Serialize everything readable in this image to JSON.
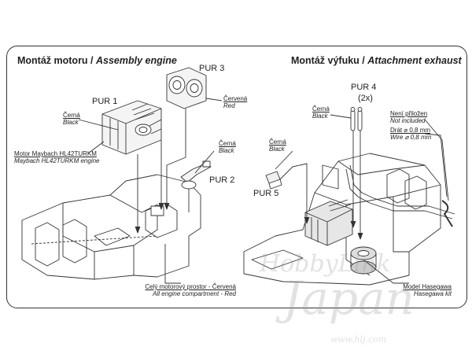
{
  "left": {
    "title_cz": "Montáž motoru /",
    "title_en": "Assembly engine",
    "pur1": "PUR 1",
    "pur2": "PUR 2",
    "pur3": "PUR 3",
    "black1_cz": "Černá",
    "black1_en": "Black",
    "red_cz": "Červená",
    "red_en": "Red",
    "black2_cz": "Černá",
    "black2_en": "Black",
    "motor_cz": "Motor Maybach HL42TURKM",
    "motor_en": "Maybach HL42TURKM engine",
    "compart_cz": "Celý motorový prostor - Červená",
    "compart_en": "All engine compartment - Red"
  },
  "right": {
    "title_cz": "Montáž výfuku /",
    "title_en": "Attachment exhaust",
    "pur4": "PUR 4",
    "pur4_qty": "(2x)",
    "pur5": "PUR 5",
    "black3_cz": "Černá",
    "black3_en": "Black",
    "black4_cz": "Černá",
    "black4_en": "Black",
    "notinc_cz": "Není přiložen",
    "notinc_en": "Not included",
    "wire_cz": "Drát ⌀ 0,8 mm",
    "wire_en": "Wire ⌀ 0,8 mm",
    "model_cz": "Model Hasegawa",
    "model_en": "Hasegawa kit"
  },
  "watermark": {
    "line1": "HobbyLink",
    "line2": "Japan",
    "url": "www.hlj.com"
  }
}
